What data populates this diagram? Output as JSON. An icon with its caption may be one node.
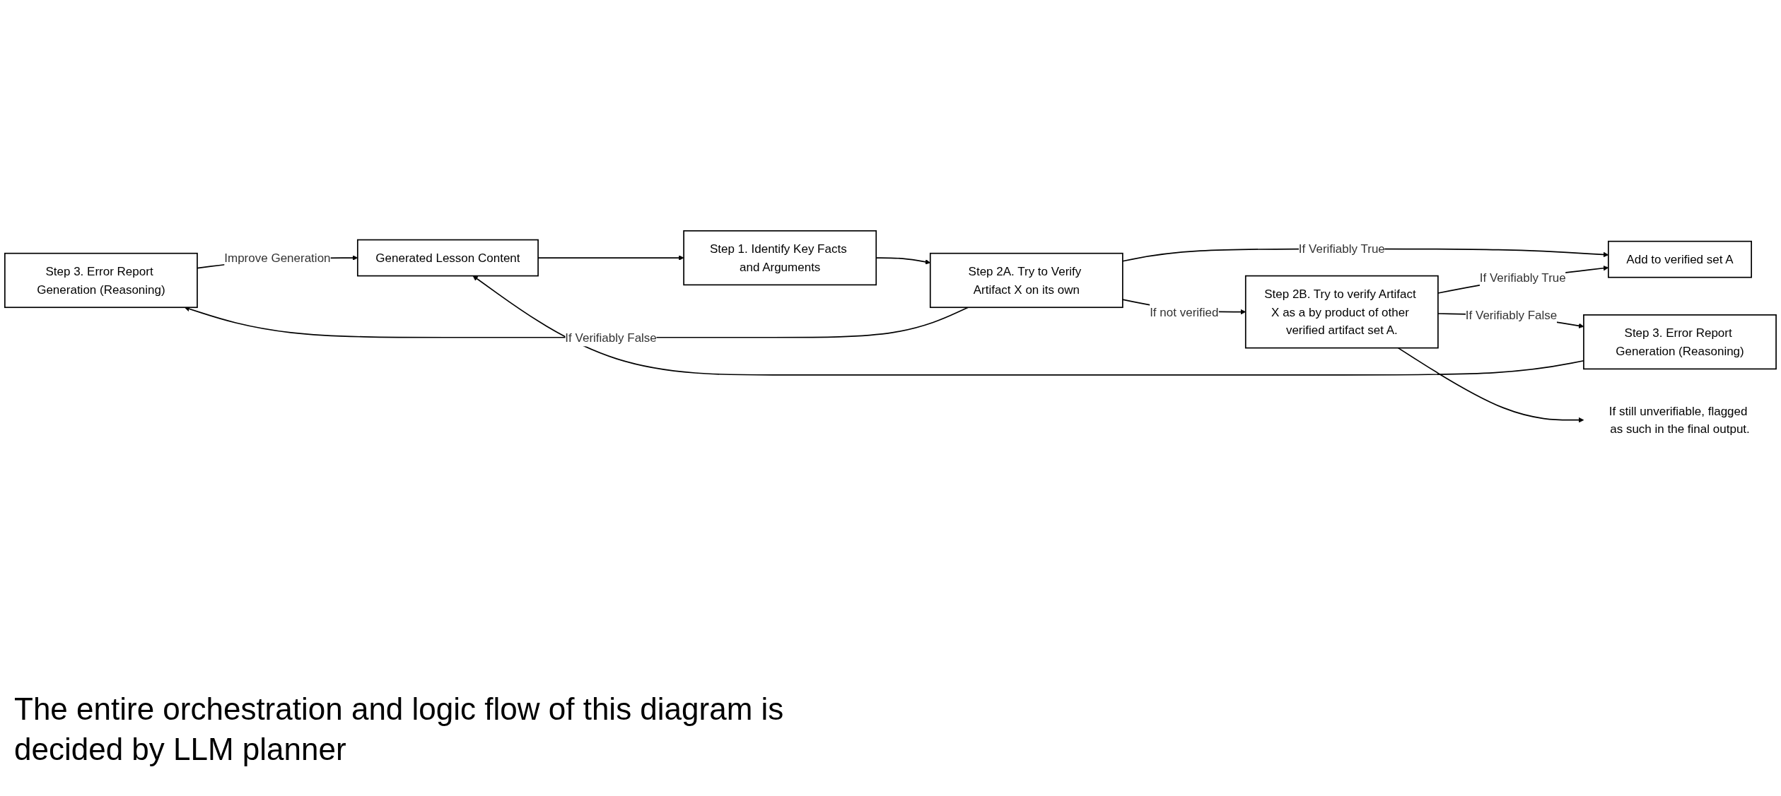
{
  "diagram": {
    "nodes": [
      {
        "text": [
          "Step 3. Error Report Generation (Reasoning)"
        ]
      },
      {
        "text": [
          "Step 2A. Try to Verify Artifact X on its own"
        ]
      },
      {
        "text": [
          "Add to verified set A"
        ]
      },
      {
        "text": [
          "Generated Lesson Content"
        ]
      },
      {
        "text": [
          "Step 1. Identify Key Facts and Arguments"
        ]
      },
      {
        "text": [
          "Step 3. Error Report Generation (Reasoning)"
        ]
      },
      {
        "text": [
          "Step 2B. Try to verify Artifact X as a by product of other verified artifact set A."
        ]
      },
      {
        "text": [
          "If still unverifiable, flagged as such in the final output."
        ]
      }
    ],
    "edges": [
      {
        "from": 1,
        "to": 0,
        "arrow": "to",
        "label": "If Verifiably False"
      },
      {
        "from": 1,
        "to": 2,
        "arrow": "to",
        "label": "If Verifiably True"
      },
      {
        "from": 0,
        "to": 3,
        "arrow": "to",
        "label": "Improve Generation"
      },
      {
        "from": 3,
        "to": 4,
        "arrow": "to"
      },
      {
        "from": 4,
        "to": 1,
        "arrow": "to"
      },
      {
        "from": 1,
        "to": 6,
        "arrow": "to",
        "label": "If not verified"
      },
      {
        "from": 6,
        "to": 5,
        "arrow": "to",
        "label": "If Verifiably False"
      },
      {
        "from": 6,
        "to": 2,
        "arrow": "to",
        "label": "If Verifiably True"
      },
      {
        "from": 5,
        "to": 3,
        "arrow": "to"
      },
      {
        "from": 6,
        "to": 7,
        "arrow": "to"
      }
    ],
    "labels": [
      "The entire orchestration and logic flow of this diagram is decided by LLM planner"
    ]
  }
}
